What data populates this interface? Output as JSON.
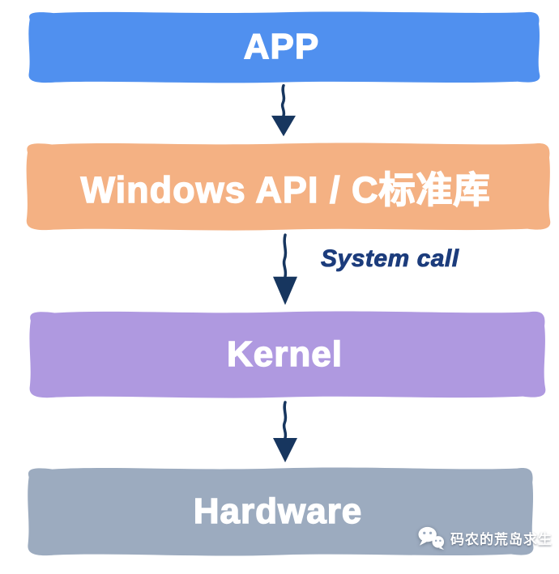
{
  "diagram": {
    "layers": [
      {
        "id": "app",
        "label": "APP",
        "color": "#5090ef"
      },
      {
        "id": "windows-api",
        "label": "Windows API / C标准库",
        "color": "#f4b183"
      },
      {
        "id": "kernel",
        "label": "Kernel",
        "color": "#af99e0"
      },
      {
        "id": "hardware",
        "label": "Hardware",
        "color": "#9cabbf"
      }
    ],
    "arrows": [
      {
        "from": "APP",
        "to": "Windows API / C标准库",
        "label": ""
      },
      {
        "from": "Windows API / C标准库",
        "to": "Kernel",
        "label": "System call"
      },
      {
        "from": "Kernel",
        "to": "Hardware",
        "label": ""
      }
    ],
    "colors": {
      "arrow": "#17365f",
      "arrow_label": "#1c3c7c",
      "layer_text": "#ffffff",
      "background": "#ffffff"
    }
  },
  "watermark": {
    "icon": "wechat-icon",
    "text": "码农的荒岛求生"
  }
}
